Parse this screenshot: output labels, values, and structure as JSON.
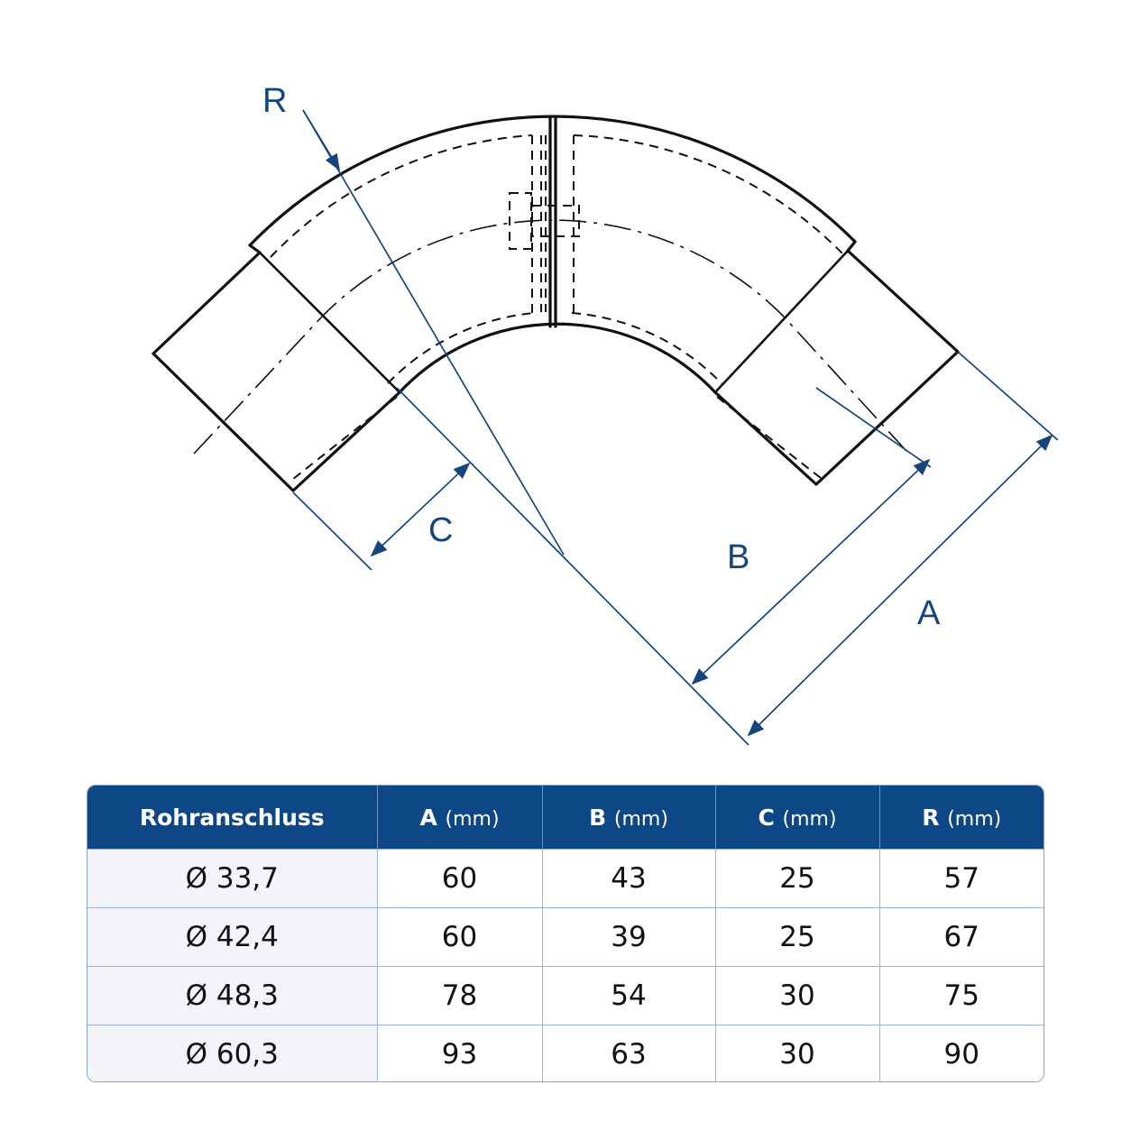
{
  "labels": {
    "r": "R",
    "a": "A",
    "b": "B",
    "c": "C"
  },
  "table": {
    "headers": [
      {
        "main": "Rohranschluss",
        "unit": ""
      },
      {
        "main": "A",
        "unit": "(mm)"
      },
      {
        "main": "B",
        "unit": "(mm)"
      },
      {
        "main": "C",
        "unit": "(mm)"
      },
      {
        "main": "R",
        "unit": "(mm)"
      }
    ],
    "rows": [
      [
        "Ø 33,7",
        "60",
        "43",
        "25",
        "57"
      ],
      [
        "Ø 42,4",
        "60",
        "39",
        "25",
        "67"
      ],
      [
        "Ø 48,3",
        "78",
        "54",
        "30",
        "75"
      ],
      [
        "Ø 60,3",
        "93",
        "63",
        "30",
        "90"
      ]
    ]
  },
  "colors": {
    "accent": "#0d4785",
    "dimension": "#14457f",
    "line": "#111111"
  }
}
